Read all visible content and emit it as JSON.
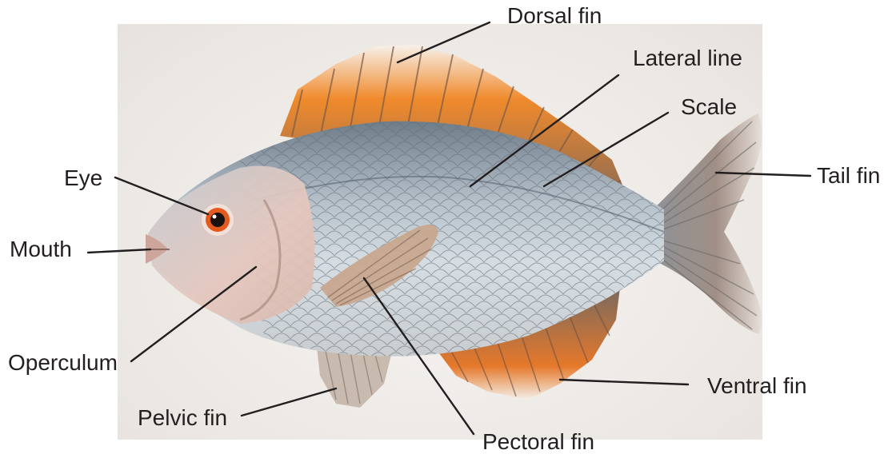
{
  "labels": {
    "dorsal_fin": "Dorsal fin",
    "lateral_line": "Lateral line",
    "scale": "Scale",
    "eye": "Eye",
    "tail_fin": "Tail fin",
    "mouth": "Mouth",
    "operculum": "Operculum",
    "ventral_fin": "Ventral fin",
    "pelvic_fin": "Pelvic fin",
    "pectoral_fin": "Pectoral fin"
  },
  "colors": {
    "label_text": "#231f20",
    "leader_line": "#231f20",
    "fin_orange": "#ef7d22",
    "body_silver": "#a9b3bc",
    "background": "#ece8e4"
  }
}
